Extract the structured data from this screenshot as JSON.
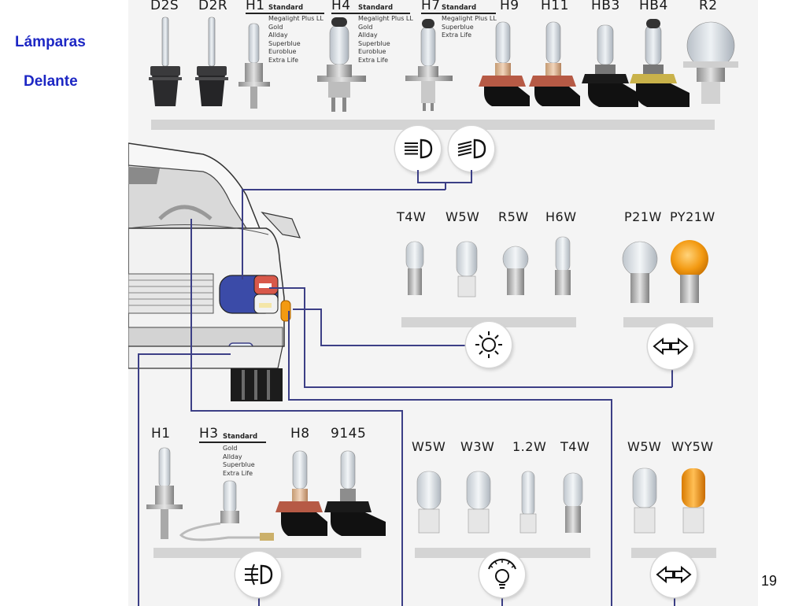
{
  "sidebar": {
    "title_line1": "Lámparas",
    "title_line2": "Delante"
  },
  "page_number": "19",
  "top_row": {
    "bulbs": [
      {
        "code": "D2S"
      },
      {
        "code": "D2R"
      },
      {
        "code": "H1"
      },
      {
        "code": "H4"
      },
      {
        "code": "H7"
      },
      {
        "code": "H9"
      },
      {
        "code": "H11"
      },
      {
        "code": "HB3"
      },
      {
        "code": "HB4"
      },
      {
        "code": "R2"
      }
    ],
    "h1": {
      "standard": "Standard",
      "variants": "Megalight Plus LL\nGold\nAllday\nSuperblue\nEuroblue\nExtra Life"
    },
    "h4": {
      "standard": "Standard",
      "variants": "Megalight Plus LL\nGold\nAllday\nSuperblue\nEuroblue\nExtra Life"
    },
    "h7": {
      "standard": "Standard",
      "variants": "Megalight Plus LL\nSuperblue\nExtra Life"
    },
    "icons": [
      "low-beam-icon",
      "high-beam-icon"
    ]
  },
  "middle_row": {
    "position_group": {
      "codes": [
        "T4W",
        "W5W",
        "R5W",
        "H6W"
      ],
      "icon": "position-light-icon"
    },
    "indicator_group": {
      "codes": [
        "P21W",
        "PY21W"
      ],
      "icon": "turn-indicator-icon"
    }
  },
  "bottom_row": {
    "fog_group": {
      "codes": [
        "H1",
        "H3",
        "H8",
        "9145"
      ],
      "h3": {
        "standard": "Standard",
        "variants": "Gold\nAllday\nSuperblue\nExtra Life"
      },
      "icon": "fog-light-icon"
    },
    "interior_group": {
      "codes": [
        "W5W",
        "W3W",
        "1.2W",
        "T4W"
      ],
      "icon": "dashboard-light-icon"
    },
    "side_indicator_group": {
      "codes": [
        "W5W",
        "WY5W"
      ],
      "icon": "side-indicator-icon"
    }
  },
  "colors": {
    "title_blue": "#1d27c4",
    "wire": "#3c3f86",
    "headlamp_blue": "#3b4ba8",
    "amber": "#f39a12"
  }
}
